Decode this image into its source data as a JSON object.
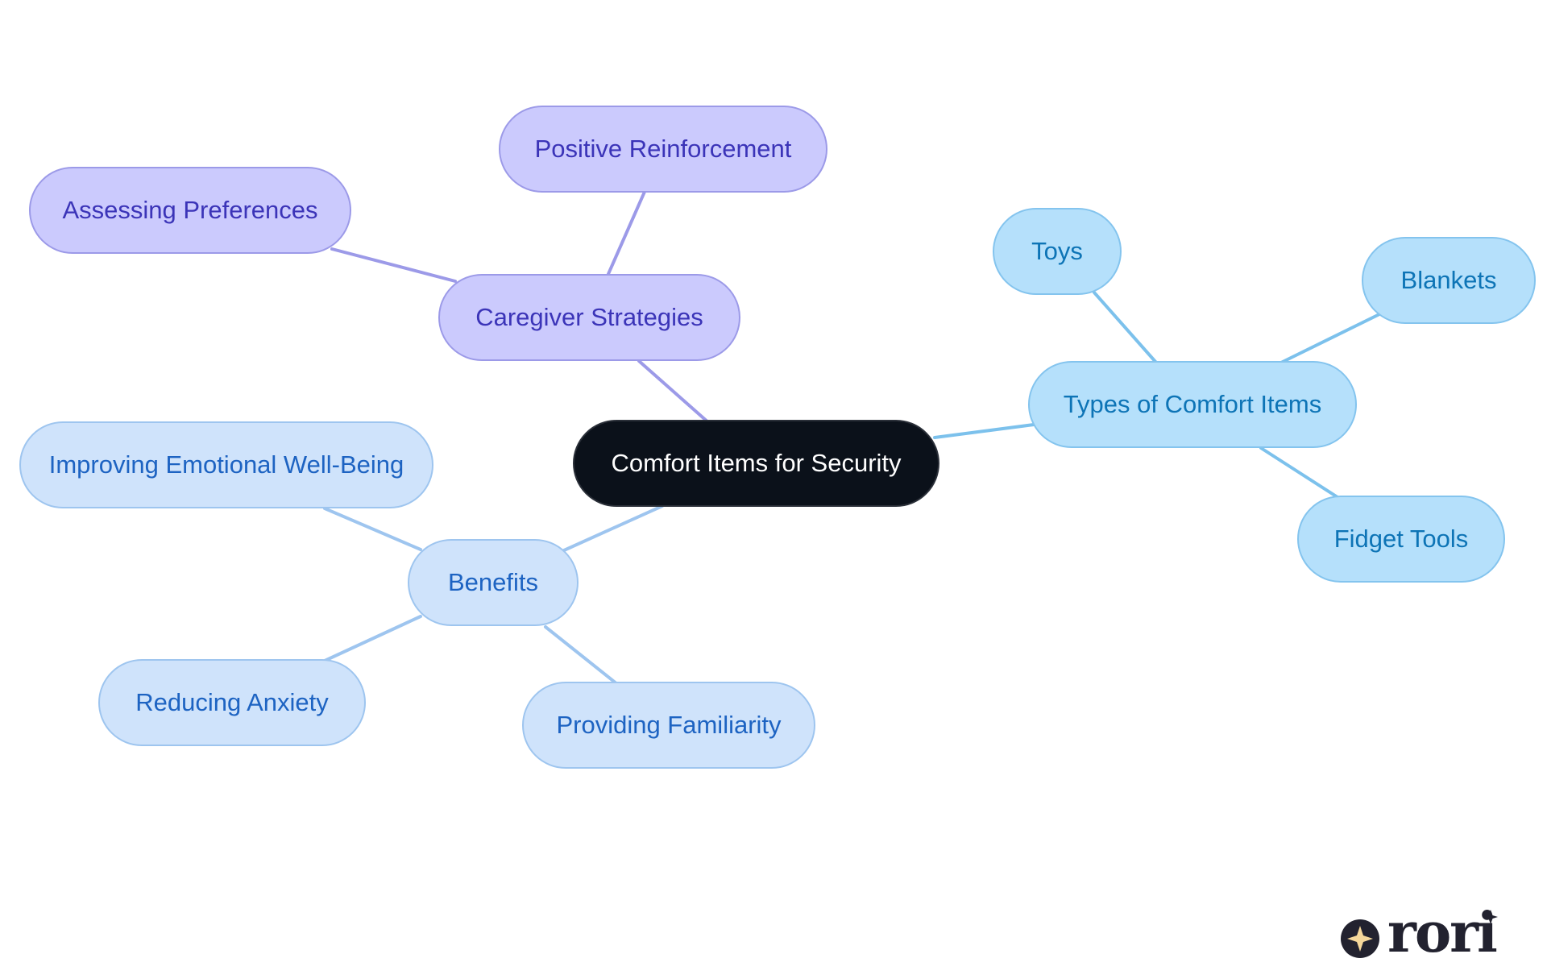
{
  "diagram": {
    "root": {
      "label": "Comfort Items for Security"
    },
    "branches": {
      "caregiver": {
        "label": "Caregiver Strategies",
        "children": [
          "Positive Reinforcement",
          "Assessing Preferences"
        ]
      },
      "types": {
        "label": "Types of Comfort Items",
        "children": [
          "Toys",
          "Blankets",
          "Fidget Tools"
        ]
      },
      "benefits": {
        "label": "Benefits",
        "children": [
          "Improving Emotional Well-Being",
          "Reducing Anxiety",
          "Providing Familiarity"
        ]
      }
    }
  },
  "colors": {
    "root_fill": "#0b111a",
    "purple_fill": "#cbcafd",
    "purple_edge": "#9c9ae8",
    "light_blue_fill": "#cfe3fb",
    "light_blue_edge": "#9ec5ef",
    "sky_fill": "#b5e0fb",
    "sky_edge": "#7cc1ec"
  },
  "logo": {
    "text": "rori",
    "icon": "sparkle-icon"
  }
}
